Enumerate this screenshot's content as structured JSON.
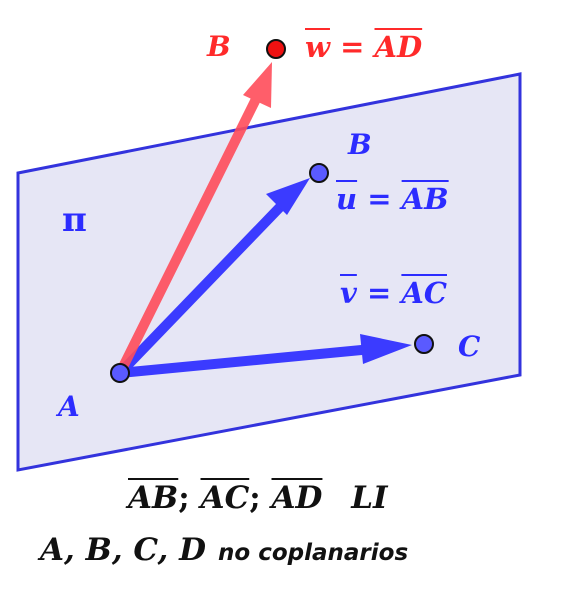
{
  "colors": {
    "plane_fill": "#e6e6f5",
    "plane_edge": "#3333dd",
    "vector_blue": "#3b3bff",
    "vector_red": "#ff4d5a",
    "point_blue": "#5a5aff",
    "point_red": "#ee1111",
    "label_blue": "#2c2cff",
    "label_red": "#ff2a2a"
  },
  "labels": {
    "plane": "π",
    "point_a": "A",
    "point_b_plane": "B",
    "point_c": "C",
    "point_b_top": "B",
    "u_vec": "u",
    "u_def": "AB",
    "v_vec": "v",
    "v_def": "AC",
    "w_vec": "w",
    "w_def": "AD",
    "equals": "="
  },
  "caption": {
    "vec1": "AB",
    "vec2": "AC",
    "vec3": "AD",
    "sep": ";",
    "li": "LI",
    "points": "A, B, C, D",
    "note": "no coplanarios"
  }
}
